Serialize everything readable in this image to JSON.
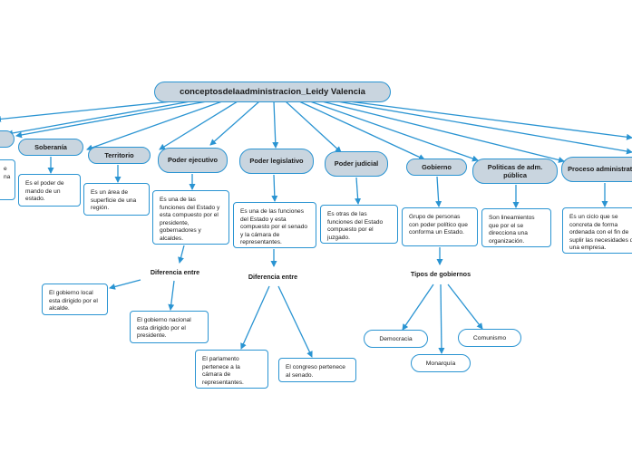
{
  "root": {
    "label": "conceptosdelaadministracion_Leidy Valencia"
  },
  "categories": {
    "soberania": "Soberanía",
    "territorio": "Territorio",
    "poder_ejecutivo": "Poder ejecutivo",
    "poder_legislativo": "Poder legislativo",
    "poder_judicial": "Poder judicial",
    "gobierno": "Gobierno",
    "politicas": "Politicas de adm. pública",
    "proceso": "Proceso administrativo"
  },
  "descriptions": {
    "left_partial": "e\nna",
    "soberania": "Es el poder de mando de un estado.",
    "territorio": "Es un área de superficie de una región.",
    "poder_ejecutivo": "Es una de las funciones del Estado y esta compuesto por el presidente, gobernadores y alcaldes.",
    "poder_legislativo": "Es una de las funciones del Estado y esta compuesto por el senado y la cámara de representantes.",
    "poder_judicial": "Es otras de las funciones del Estado compuesto por el juzgado.",
    "gobierno": "Grupo de personas con poder político que conforma un Estado.",
    "politicas": "Son lineamientos que por el se direcciona una organización.",
    "proceso": "Es un ciclo que se concreta de forma ordenada con el fin de suplir las necesidades de una empresa."
  },
  "ejecutivo_diff": {
    "heading": "Diferencia entre",
    "local": "El gobierno local esta dirigido por el alcalde.",
    "nacional": "El gobierno nacional esta dirigido por el presidente."
  },
  "legislativo_diff": {
    "heading": "Diferencia entre",
    "parlamento": "El parlamento pertenece a la cámara de representantes.",
    "congreso": "El congreso pertenece al senado."
  },
  "tipos_gobiernos": {
    "heading": "Tipos de gobiernos",
    "democracia": "Democracia",
    "monarquia": "Monarquía",
    "comunismo": "Comunismo"
  },
  "colors": {
    "line": "#2a94d2",
    "node_fill": "#c9d5df",
    "box_fill": "#ffffff"
  }
}
